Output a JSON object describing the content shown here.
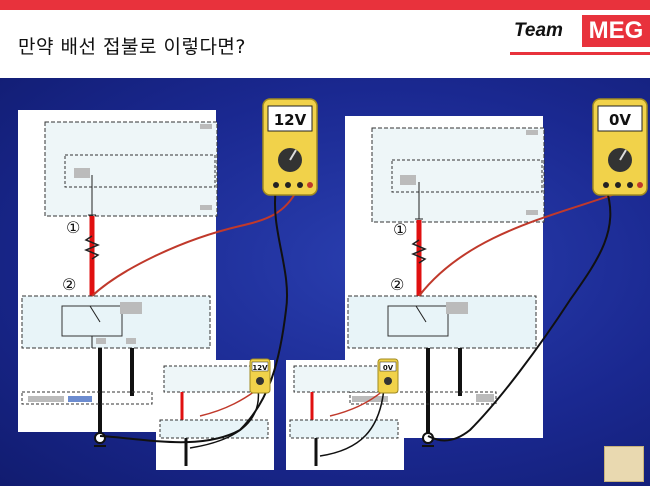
{
  "header": {
    "title": "만약 배선 접불로 이렇다면?",
    "logo_team": "Team",
    "logo_meg": "MEG"
  },
  "meters": {
    "left_reading": "12V",
    "right_reading": "0V",
    "small_left_reading": "12V",
    "small_right_reading": "0V"
  },
  "diagram": {
    "point1": "①",
    "point2": "②"
  },
  "colors": {
    "accent": "#e8323c",
    "stage": "#1a2890",
    "probe_red": "#c0392b",
    "probe_black": "#111111"
  }
}
